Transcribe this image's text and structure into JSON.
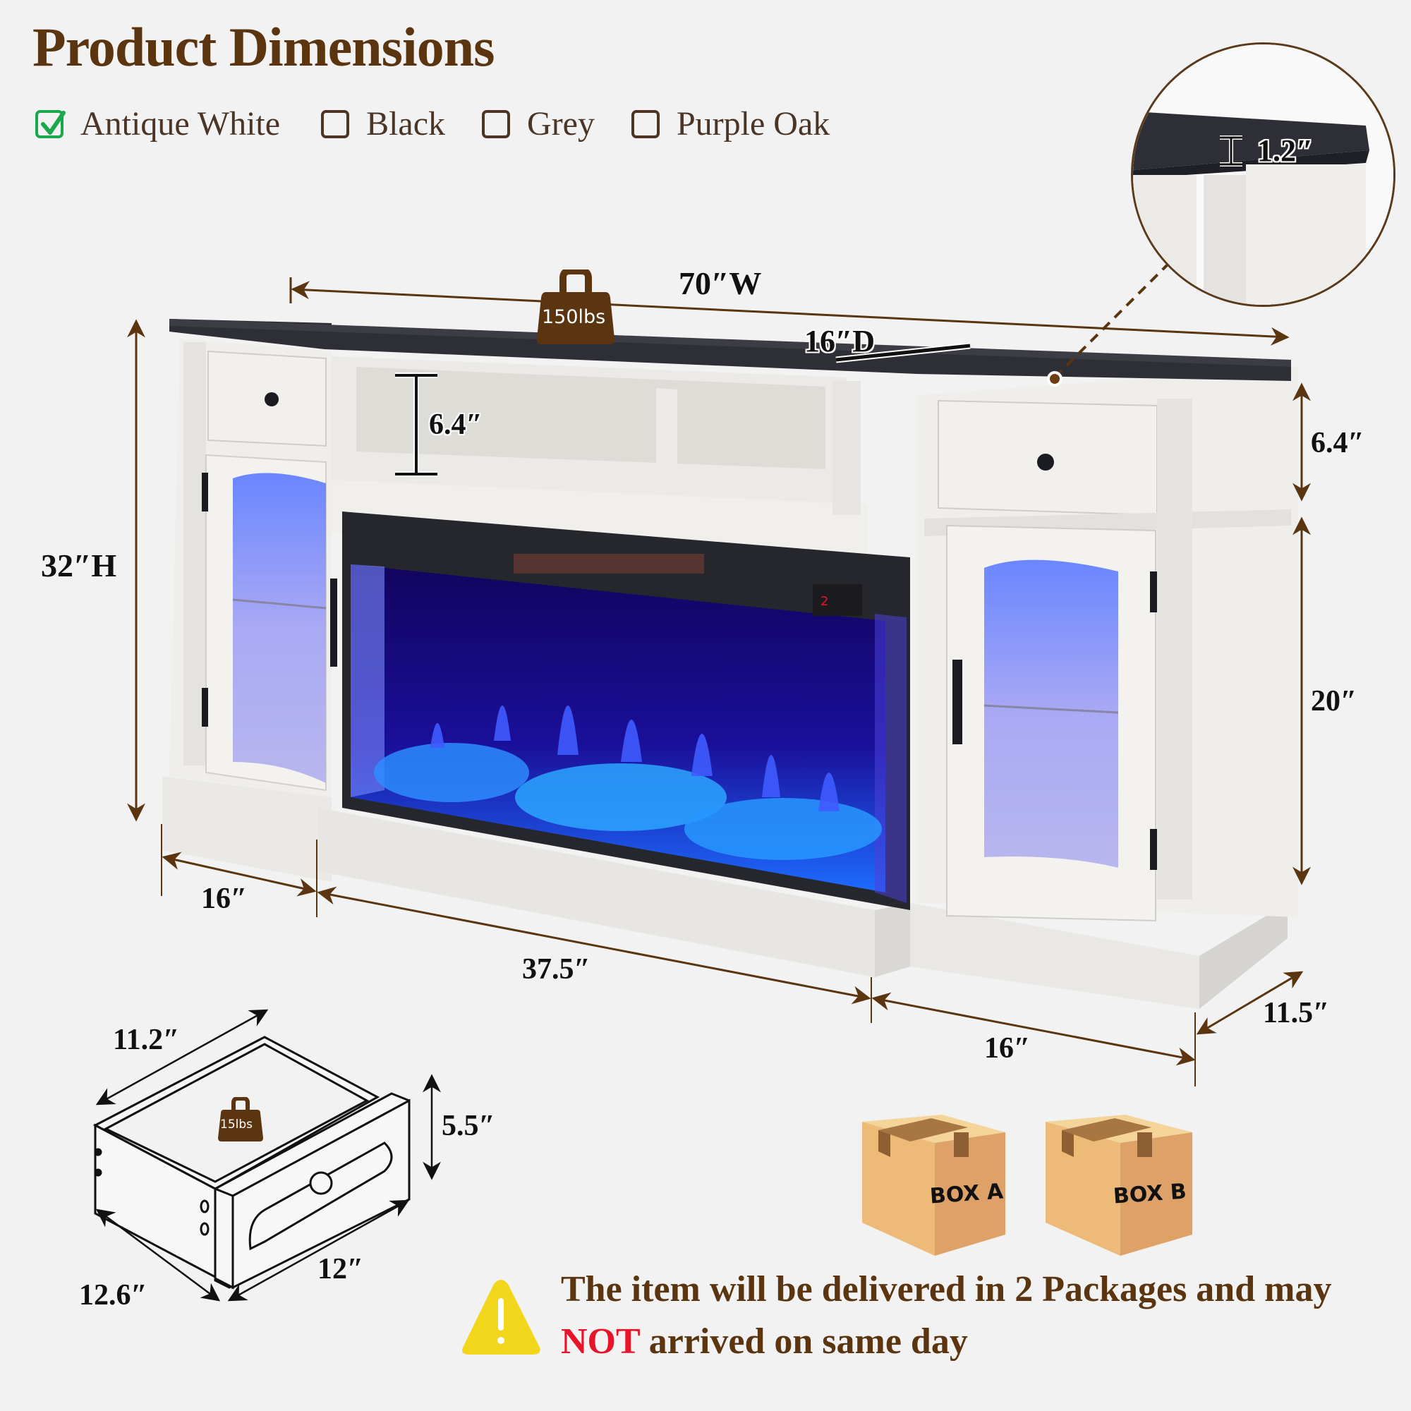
{
  "title": "Product Dimensions",
  "color_options": [
    {
      "label": "Antique White",
      "checked": true
    },
    {
      "label": "Black",
      "checked": false
    },
    {
      "label": "Grey",
      "checked": false
    },
    {
      "label": "Purple Oak",
      "checked": false
    }
  ],
  "colors": {
    "brand_brown": "#5a3510",
    "check_green": "#1aa84a",
    "arrow_brown": "#5a3510",
    "warning_yellow": "#f2d61c",
    "not_red": "#e8142a",
    "tabletop": "#2e2f36",
    "cabinet_white": "#ecebe8",
    "flame_blue": "#1a3bff"
  },
  "dimensions": {
    "width": "70″W",
    "height": "32″H",
    "depth": "16″D",
    "top_thickness": "1.2″",
    "shelf_height": "6.4″",
    "drawer_height_side": "6.4″",
    "cabinet_height": "20″",
    "left_cabinet_width": "16″",
    "fireplace_width": "37.5″",
    "right_cabinet_width": "16″",
    "cabinet_depth": "11.5″"
  },
  "weight": {
    "total": "150lbs",
    "drawer": "15lbs"
  },
  "drawer": {
    "width": "11.2″",
    "height": "5.5″",
    "depth": "12.6″",
    "front_width": "12″"
  },
  "packages": {
    "box_a": "BOX A",
    "box_b": "BOX B"
  },
  "notice": {
    "line1": "The item will be delivered in 2 Packages and may",
    "line2_emphasis": "NOT",
    "line2_rest": " arrived on same day"
  }
}
